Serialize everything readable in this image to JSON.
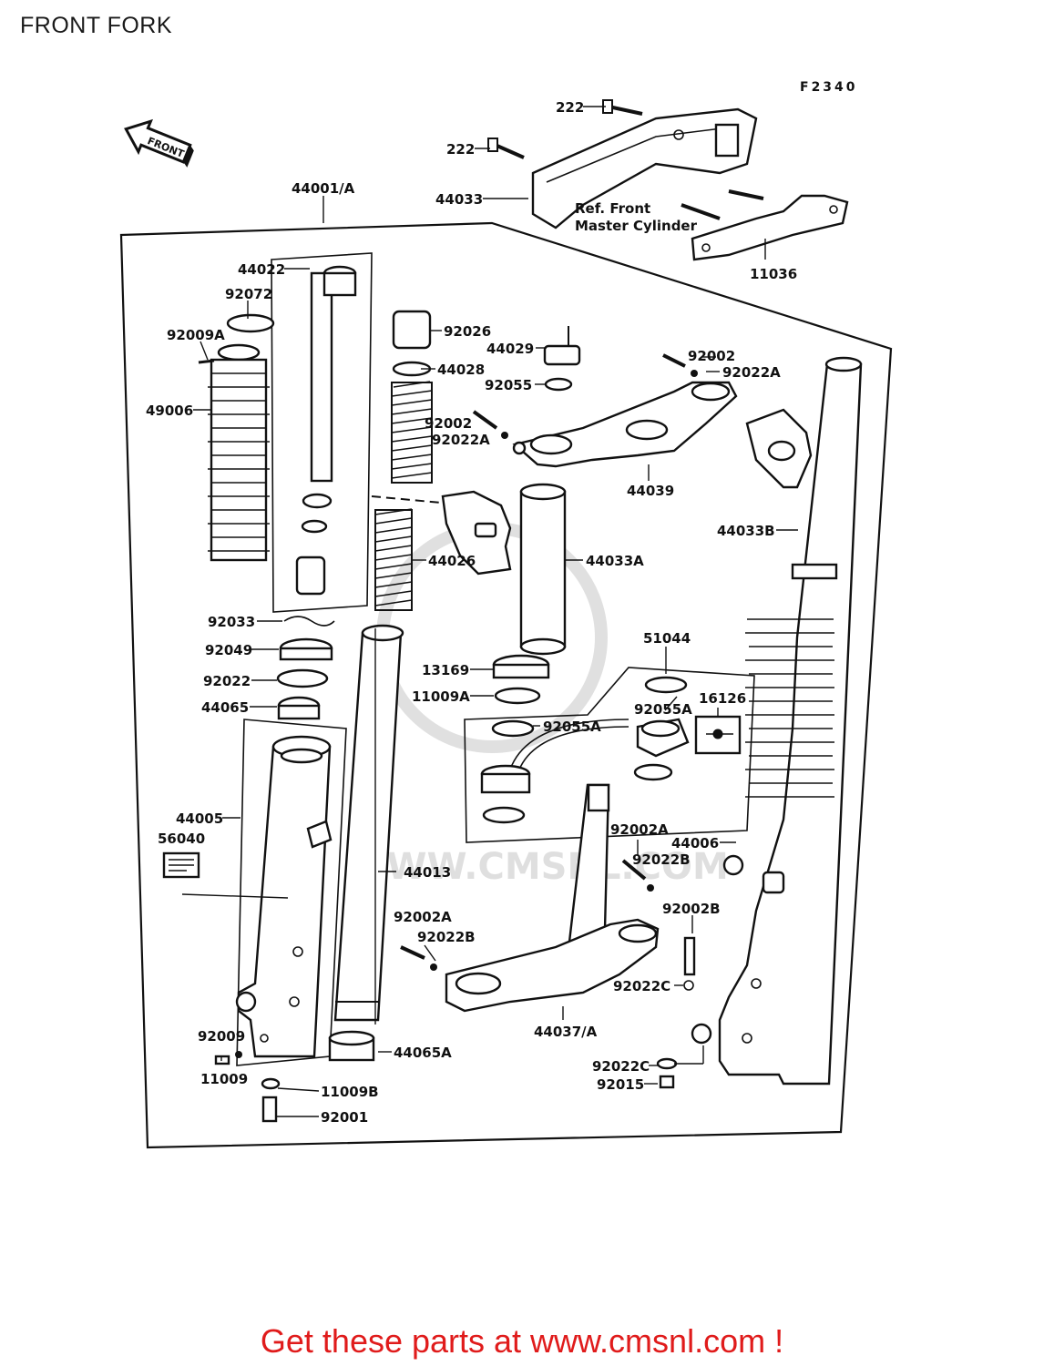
{
  "page": {
    "title": "FRONT FORK"
  },
  "diagram": {
    "figure_id": "F2340",
    "front_arrow": "FRONT",
    "ref_note_line1": "Ref. Front",
    "ref_note_line2": "Master Cylinder",
    "watermark": "WWW.CMSNL.COM",
    "labels": {
      "p222a": "222",
      "p222b": "222",
      "p44033": "44033",
      "p11036": "11036",
      "p44001": "44001/A",
      "p44022": "44022",
      "p92072": "92072",
      "p92009A": "92009A",
      "p49006": "49006",
      "p92026": "92026",
      "p44028": "44028",
      "p44029": "44029",
      "p92055": "92055",
      "p92002": "92002",
      "p92022A_l": "92022A",
      "p92002_r": "92002",
      "p92022A_r": "92022A",
      "p44039": "44039",
      "p44033B": "44033B",
      "p44026": "44026",
      "p44033A": "44033A",
      "p92033": "92033",
      "p92049": "92049",
      "p92022": "92022",
      "p44065": "44065",
      "p51044": "51044",
      "p13169": "13169",
      "p11009A": "11009A",
      "p92055A_a": "92055A",
      "p92055A_b": "92055A",
      "p16126": "16126",
      "p44005": "44005",
      "p56040": "56040",
      "p44013": "44013",
      "p92002A_a": "92002A",
      "p92022B_a": "92022B",
      "p44006": "44006",
      "p92002B": "92002B",
      "p92002A_b": "92002A",
      "p92022B_b": "92022B",
      "p92022C_a": "92022C",
      "p44037": "44037/A",
      "p92009": "92009",
      "p11009": "11009",
      "p44065A": "44065A",
      "p11009B": "11009B",
      "p92001": "92001",
      "p92022C_b": "92022C",
      "p92015": "92015"
    }
  },
  "footer": {
    "promo": "Get these parts at www.cmsnl.com !"
  },
  "colors": {
    "promo": "#e01b1b",
    "ink": "#111111"
  }
}
